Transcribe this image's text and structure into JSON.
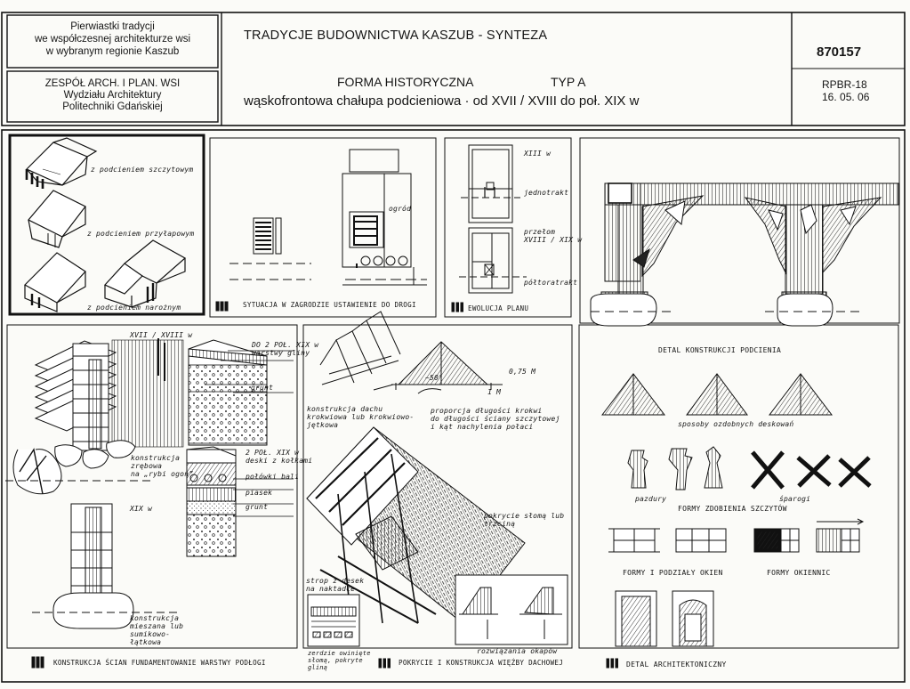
{
  "header": {
    "box1_lines": [
      "Pierwiastki tradycji",
      "we współczesnej architekturze wsi",
      "w wybranym regionie Kaszub"
    ],
    "box2_lines": [
      "ZESPÓŁ ARCH. I PLAN. WSI",
      "Wydziału Architektury",
      "Politechniki Gdańskiej"
    ],
    "main_title": "TRADYCJE   BUDOWNICTWA   KASZUB  -  SYNTEZA",
    "subtitle_form": "FORMA HISTORYCZNA",
    "subtitle_type": "TYP  A",
    "subtitle_desc": "wąskofrontowa chałupa podcieniowa  ·  od XVII / XVIII do poł. XIX w",
    "sheet_number": "870157",
    "code": "RPBR-18",
    "date": "16. 05. 06"
  },
  "panel_types": {
    "label1": "z podcieniem szczytowym",
    "label2": "z podcieniem przyłapowym",
    "label3": "z podcieniem narożnym"
  },
  "panel_site": {
    "caption": "SYTUACJA  W ZAGRODZIE  USTAWIENIE DO DROGI",
    "garden": "ogród"
  },
  "panel_plan": {
    "caption": "EWOLUCJA  PLANU",
    "century": "XIII w",
    "single": "jednotrakt",
    "turn": "przełom\nXVIII / XIX w",
    "onehalf": "półtoratrakt"
  },
  "panel_arcade": {
    "caption": "DETAL  KONSTRUKCJI  PODCIENIA"
  },
  "panel_walls": {
    "era1": "XVII / XVIII w",
    "era2": "XIX w",
    "layers1": "DO 2 POŁ. XIX w\nwarstwy gliny",
    "ground": "grunt",
    "layers2": "2 POŁ. XIX w\ndeski z kołkami",
    "halves": "połówki bali",
    "sand": "piasek",
    "ground2": "grunt",
    "construct1": "konstrukcja\nzrębowa\nna „rybi ogon”",
    "construct2": "konstrukcja\nmieszana lub\nsumikowo-\nłątkowa",
    "caption": "KONSTRUKCJA ŚCIAN  FUNDAMENTOWANIE  WARSTWY PODŁOGI"
  },
  "panel_roof": {
    "roof_type": "konstrukcja dachu\nkrokwiowa lub krokwiowo-\njętkowa",
    "angle": "~50°",
    "ratio": "0,75 M",
    "unit": "1 M",
    "proportion": "proporcja długości krokwi\ndo długości ściany szczytowej\ni kąt nachylenia połaci",
    "covering": "pokrycie słomą lub\ntrzciną",
    "ceiling": "strop z desek\nna naktadce",
    "straw": "zerdzie owinięte\nsłomą, pokryte\ngliną",
    "eaves": "rozwiązania okapów",
    "caption": "POKRYCIE I KONSTRUKCJA WIĘŹBY DACHOWEJ"
  },
  "panel_details": {
    "boards": "sposoby  ozdobnych  deskowań",
    "pazdury": "pazdury",
    "sparogi": "śparogi",
    "gable_forms": "FORMY  ZDOBIENIA  SZCZYTÓW",
    "windows": "FORMY  I  PODZIAŁY  OKIEN",
    "shutters": "FORMY  OKIENNIC",
    "caption": "DETAL  ARCHITEKTONICZNY"
  }
}
